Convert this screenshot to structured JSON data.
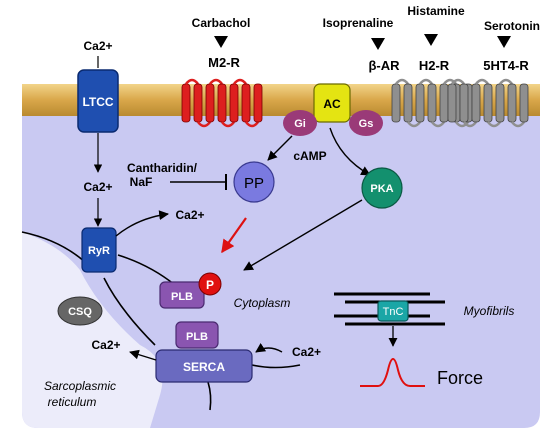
{
  "colors": {
    "cell": "#c9c9f2",
    "membrane": "#e0b860",
    "ltcc": "#1f4fb0",
    "m2r": "#dd1f1f",
    "gpcr_grey": "#8f8f8f",
    "ac": "#e4e412",
    "g_protein": "#9a3a78",
    "pp": "#7a7ae0",
    "pka": "#13906e",
    "ryr": "#1f4fb0",
    "csq": "#666666",
    "plb": "#8a55b0",
    "serca": "#6a6ac0",
    "phospho": "#e01010",
    "red_arrow": "#dd1111",
    "force_curve": "#e01010",
    "tnc": "#1aa6a6"
  },
  "ligands": {
    "carbachol": "Carbachol",
    "isoprenaline": "Isoprenaline",
    "histamine": "Histamine",
    "serotonin": "Serotonin"
  },
  "receptors": {
    "m2r": "M2-R",
    "bar": "β-AR",
    "h2r": "H2-R",
    "ht4r": "5HT4-R"
  },
  "membrane_proteins": {
    "ltcc": "LTCC",
    "ac": "AC",
    "gi": "Gi",
    "gs": "Gs"
  },
  "ions": {
    "ca_top": "Ca2+",
    "ca_mid": "Ca2+",
    "ca_ryr": "Ca2+",
    "ca_sr": "Ca2+",
    "ca_serca": "Ca2+"
  },
  "signaling": {
    "inhibitors": [
      "Cantharidin/",
      "NaF"
    ],
    "pp": "PP",
    "camp": "cAMP",
    "pka": "PKA",
    "p": "P"
  },
  "sr": {
    "ryr": "RyR",
    "csq": "CSQ",
    "plb_top": "PLB",
    "plb_bottom": "PLB",
    "serca": "SERCA",
    "label": [
      "Sarcoplasmic",
      "reticulum"
    ]
  },
  "compartments": {
    "cytoplasm": "Cytoplasm",
    "myofibrils": "Myofibrils"
  },
  "contraction": {
    "tnc": "TnC",
    "force": "Force"
  }
}
